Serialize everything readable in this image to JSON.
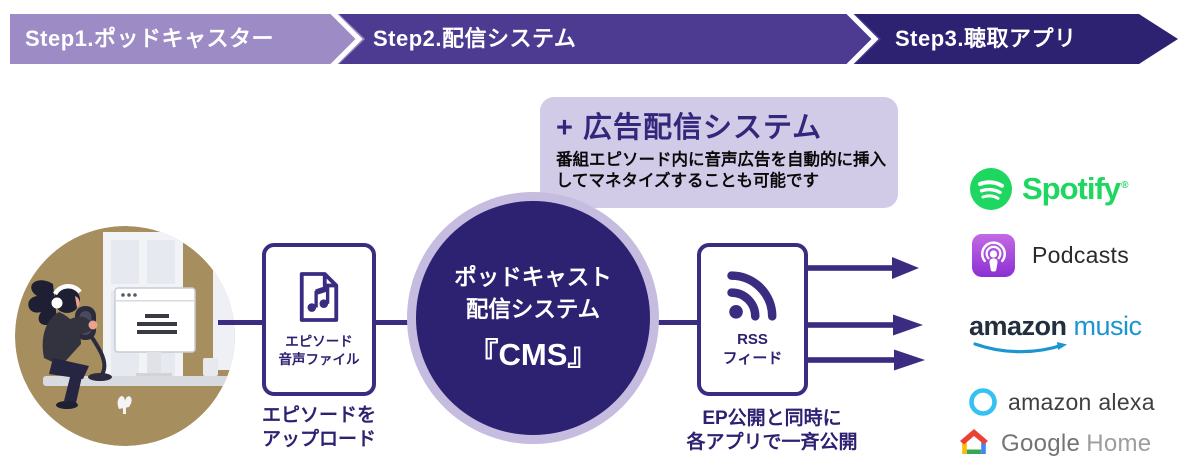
{
  "banner": {
    "steps": [
      {
        "label": "Step1.ポッドキャスター",
        "color": "#9c8bc5"
      },
      {
        "label": "Step2.配信システム",
        "color": "#4d3b91"
      },
      {
        "label": "Step3.聴取アプリ",
        "color": "#2d2171"
      }
    ]
  },
  "flow": {
    "episode_box": {
      "label": "エピソード\n音声ファイル",
      "caption": "エピソードを\nアップロード"
    },
    "cms_circle": {
      "line1": "ポッドキャスト",
      "line2": "配信システム",
      "line3": "『CMS』"
    },
    "rss_box": {
      "label": "RSS\nフィード",
      "caption": "EP公開と同時に\n各アプリで一斉公開"
    }
  },
  "callout": {
    "title": "+ 広告配信システム",
    "body": "番組エピソード内に音声広告を自動的に挿入\nしてマネタイズすることも可能です"
  },
  "apps": [
    {
      "name": "Spotify",
      "wordmark": "Spotify",
      "trademark": "®"
    },
    {
      "name": "Apple Podcasts",
      "wordmark": "Podcasts"
    },
    {
      "name": "Amazon Music",
      "word1": "amazon",
      "word2": "music"
    },
    {
      "name": "Amazon Alexa",
      "wordmark": "amazon alexa"
    },
    {
      "name": "Google Home",
      "word1": "Google",
      "word2": "Home"
    }
  ],
  "colors": {
    "step1": "#9c8bc5",
    "step2": "#4d3b91",
    "step3": "#2d2171",
    "accent_dark": "#3b2c82",
    "cms_bg": "#2d2171",
    "cms_ring": "#c5bce0",
    "callout_bg": "#d2cbe8",
    "callout_title": "#33277b",
    "spotify_green": "#1ed760",
    "podcasts_purple": "#a347e0",
    "amazon_navy": "#232f3e",
    "music_blue": "#1b96d1",
    "alexa_blue": "#35c1f1",
    "google_red": "#ea4335",
    "google_blue": "#4285f4",
    "google_yellow": "#fbbc04",
    "google_green": "#34a853"
  }
}
